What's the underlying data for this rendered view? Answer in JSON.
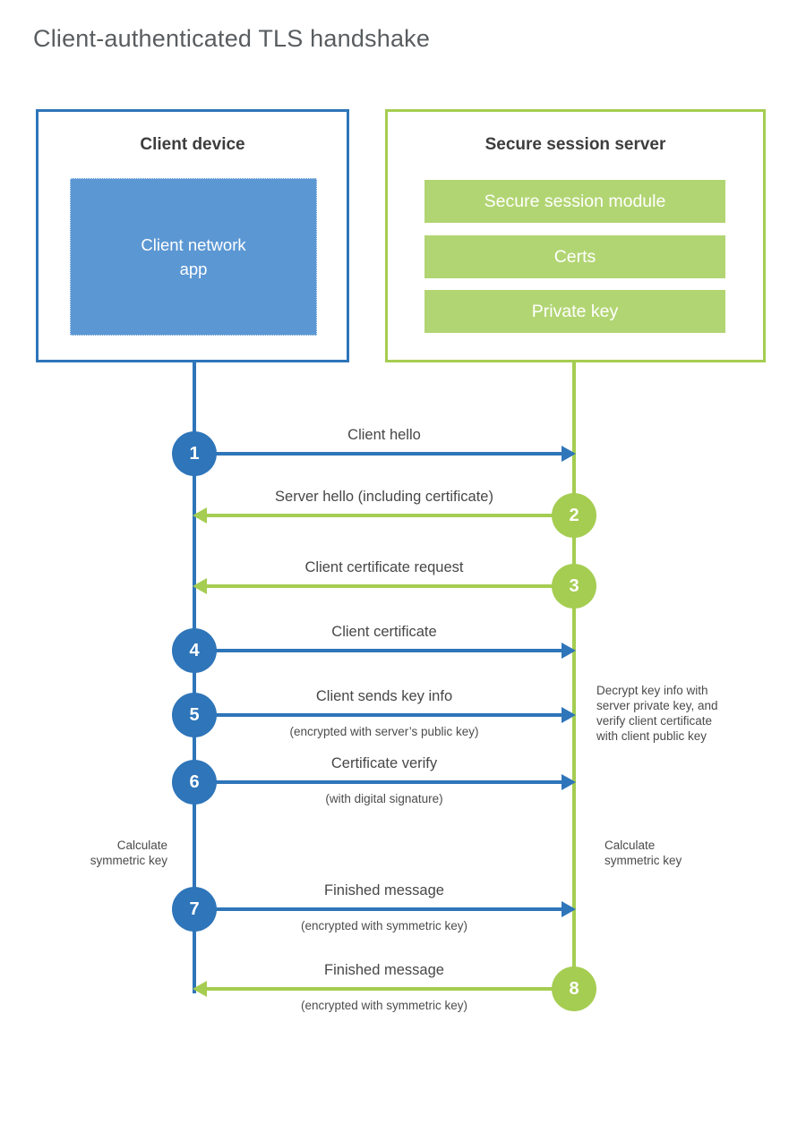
{
  "title": "Client-authenticated TLS handshake",
  "colors": {
    "blue_accent": "#2e75b9",
    "blue_fill": "#5b97d3",
    "green_accent": "#a5cd51",
    "green_fill": "#b2d573",
    "text_dark": "#3d3d3d",
    "text_gray": "#4a4a4a"
  },
  "client_box": {
    "title": "Client device",
    "app_label": "Client network app"
  },
  "server_box": {
    "title": "Secure session server",
    "modules": [
      "Secure session module",
      "Certs",
      "Private key"
    ]
  },
  "steps": [
    {
      "num": "1",
      "label": "Client hello",
      "direction": "client-to-server"
    },
    {
      "num": "2",
      "label": "Server hello (including certificate)",
      "direction": "server-to-client"
    },
    {
      "num": "3",
      "label": "Client certificate request",
      "direction": "server-to-client"
    },
    {
      "num": "4",
      "label": "Client certificate",
      "direction": "client-to-server"
    },
    {
      "num": "5",
      "label": "Client sends key info",
      "sub": "(encrypted with server’s public key)",
      "direction": "client-to-server"
    },
    {
      "num": "6",
      "label": "Certificate verify",
      "sub": "(with digital signature)",
      "direction": "client-to-server"
    },
    {
      "num": "7",
      "label": "Finished message",
      "sub": "(encrypted with symmetric key)",
      "direction": "client-to-server"
    },
    {
      "num": "8",
      "label": "Finished message",
      "sub": "(encrypted with symmetric key)",
      "direction": "server-to-client"
    }
  ],
  "decrypt_note": {
    "lines": [
      "Decrypt key info with",
      "server private key, and",
      "verify client certificate",
      "with client public key"
    ]
  },
  "calc_note_left": {
    "lines": [
      "Calculate",
      "symmetric key"
    ]
  },
  "calc_note_right": {
    "lines": [
      "Calculate",
      "symmetric key"
    ]
  }
}
